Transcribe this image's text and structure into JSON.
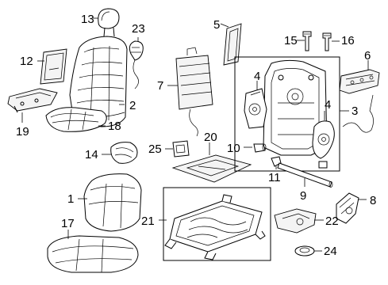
{
  "diagram": {
    "type": "exploded-parts-diagram",
    "subject": "front seat assembly",
    "callouts": [
      {
        "id": "1",
        "part": "seat-cushion-pad"
      },
      {
        "id": "2",
        "part": "seat-back-pad"
      },
      {
        "id": "3",
        "part": "seat-back-frame"
      },
      {
        "id": "4",
        "part": "recliner-mechanism"
      },
      {
        "id": "4b",
        "label": "4",
        "part": "recliner-mechanism-upper"
      },
      {
        "id": "5",
        "part": "back-panel-trim"
      },
      {
        "id": "6",
        "part": "wire-harness"
      },
      {
        "id": "7",
        "part": "lumbar-support"
      },
      {
        "id": "8",
        "part": "seat-motor"
      },
      {
        "id": "9",
        "part": "cross-rod"
      },
      {
        "id": "10",
        "part": "bushing"
      },
      {
        "id": "11",
        "part": "clip"
      },
      {
        "id": "12",
        "part": "trim-panel"
      },
      {
        "id": "13",
        "part": "headrest"
      },
      {
        "id": "14",
        "part": "cushion-bolster"
      },
      {
        "id": "15",
        "part": "headrest-guide"
      },
      {
        "id": "16",
        "part": "headrest-guide"
      },
      {
        "id": "17",
        "part": "seat-cushion-cover"
      },
      {
        "id": "18",
        "part": "seat-back-cover"
      },
      {
        "id": "19",
        "part": "back-board"
      },
      {
        "id": "20",
        "part": "cushion-mat"
      },
      {
        "id": "21",
        "part": "seat-track-assembly"
      },
      {
        "id": "22",
        "part": "track-cover"
      },
      {
        "id": "23",
        "part": "heater-harness"
      },
      {
        "id": "24",
        "part": "grommet"
      },
      {
        "id": "25",
        "part": "switch-bezel"
      }
    ],
    "labels": {
      "c1": "1",
      "c2": "2",
      "c3": "3",
      "c4a": "4",
      "c4b": "4",
      "c5": "5",
      "c6": "6",
      "c7": "7",
      "c8": "8",
      "c9": "9",
      "c10": "10",
      "c11": "11",
      "c12": "12",
      "c13": "13",
      "c14": "14",
      "c15": "15",
      "c16": "16",
      "c17": "17",
      "c18": "18",
      "c19": "19",
      "c20": "20",
      "c21": "21",
      "c22": "22",
      "c23": "23",
      "c24": "24",
      "c25": "25"
    }
  }
}
